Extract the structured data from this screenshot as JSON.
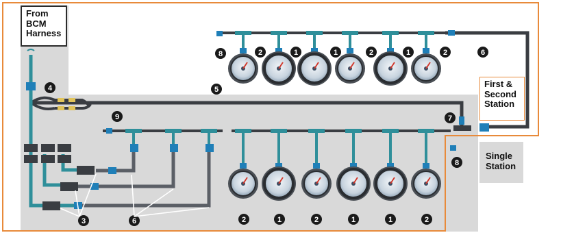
{
  "labels": {
    "from_bcm": [
      "From",
      "BCM",
      "Harness"
    ],
    "first_second": [
      "First &",
      "Second",
      "Station"
    ],
    "single": [
      "Single",
      "Station"
    ]
  },
  "callouts": {
    "top_row": [
      "8",
      "2",
      "1",
      "1",
      "2",
      "1",
      "2",
      "6"
    ],
    "bottom_row": [
      "2",
      "1",
      "2",
      "1",
      "1",
      "2"
    ],
    "c4": "4",
    "c5": "5",
    "c9": "9",
    "c7": "7",
    "c8_single": "8",
    "c3": "3",
    "c6_bottom": "6"
  },
  "colors": {
    "frame": "#e88a3a",
    "panel": "#d9d9d9",
    "cable": "#3a3d42",
    "teal": "#2f8f9a",
    "connector_blue": "#1f7fb8",
    "callout": "#1a1a1a"
  }
}
